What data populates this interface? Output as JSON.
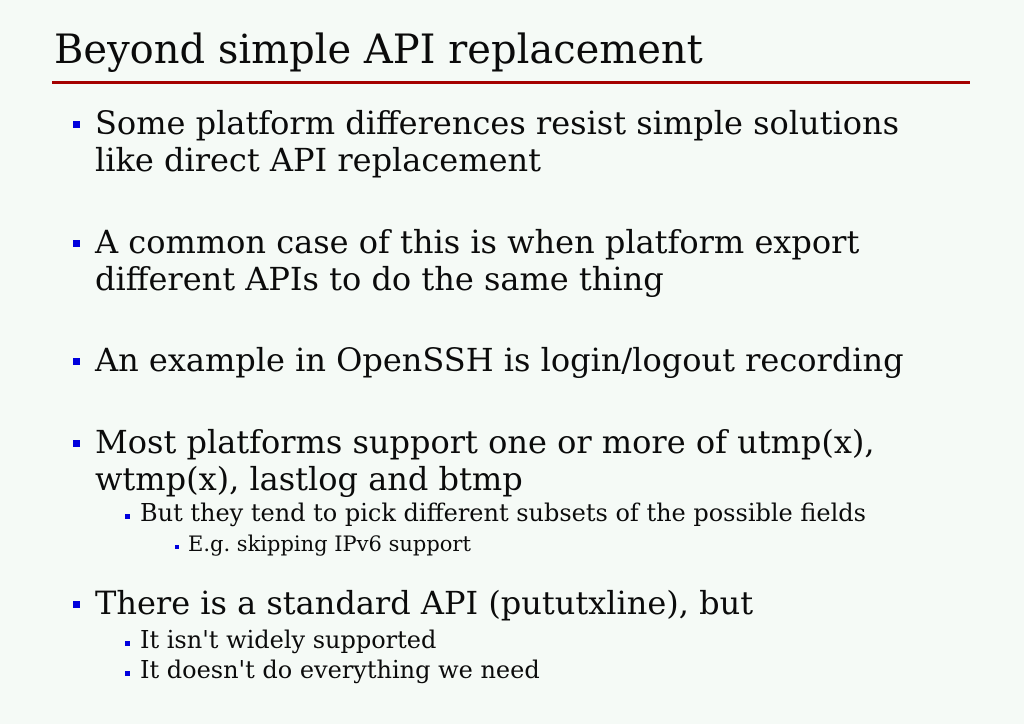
{
  "slide": {
    "title": "Beyond simple API replacement",
    "colors": {
      "background": "#f5faf6",
      "text": "#0b0b0b",
      "bullet": "#0000dd",
      "rule": "#a40000"
    },
    "bullets": [
      {
        "level": 1,
        "lines": [
          "Some platform differences resist simple solutions",
          "like direct API replacement"
        ]
      },
      {
        "level": 1,
        "lines": [
          "A common case of this is when platform export",
          "different APIs to do the same thing"
        ]
      },
      {
        "level": 1,
        "lines": [
          "An example in OpenSSH is login/logout recording"
        ]
      },
      {
        "level": 1,
        "lines": [
          "Most platforms support one or more of utmp(x),",
          "wtmp(x), lastlog and btmp"
        ]
      },
      {
        "level": 2,
        "lines": [
          "But they tend to pick different subsets of the possible fields"
        ]
      },
      {
        "level": 3,
        "lines": [
          "E.g. skipping IPv6 support"
        ]
      },
      {
        "level": 1,
        "lines": [
          "There is a standard API (pututxline), but"
        ]
      },
      {
        "level": 2,
        "lines": [
          "It isn't widely supported"
        ]
      },
      {
        "level": 2,
        "lines": [
          "It doesn't do everything we need"
        ]
      }
    ]
  }
}
